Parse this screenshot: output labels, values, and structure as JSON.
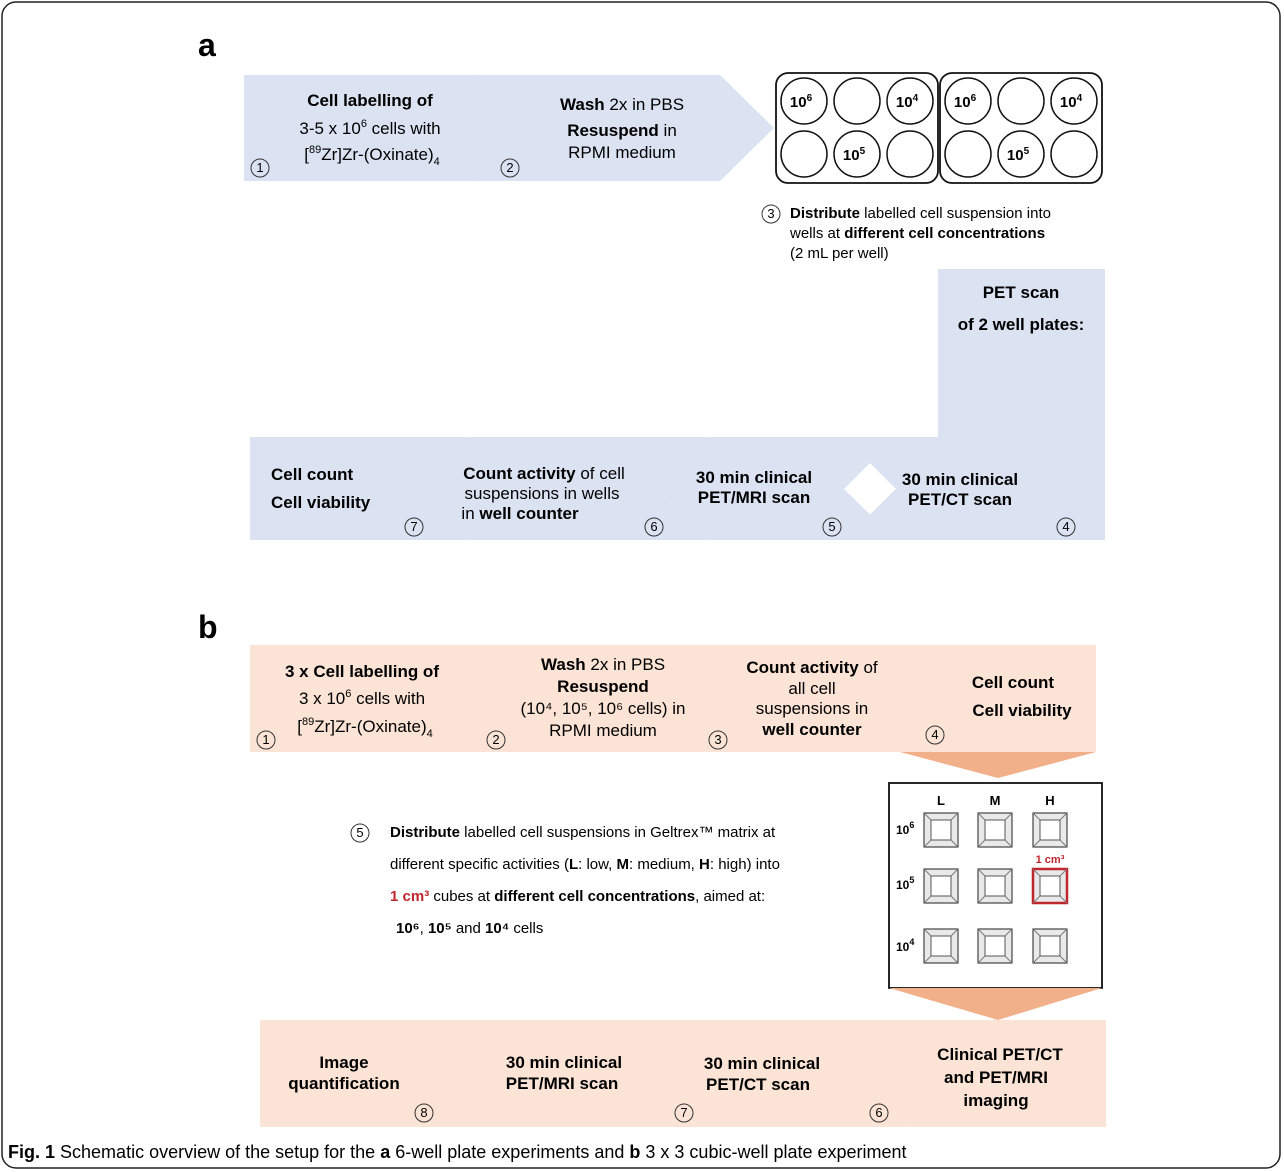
{
  "figure": {
    "panel_a_label": "a",
    "panel_b_label": "b",
    "caption": {
      "fig": "Fig. 1",
      "pre": "Schematic overview of the setup for the",
      "a": "a",
      "mid": "6-well plate experiments and",
      "b": "b",
      "post": "3 x 3 cubic-well plate experiment"
    }
  },
  "colors": {
    "panel_a_fill": "#dbe3f2",
    "panel_b_fill": "#fbe3d5",
    "funnel": "#f2b08a",
    "highlight_red": "#c0272d"
  },
  "panel_a": {
    "steps": [
      {
        "num": "1",
        "l1": "Cell labelling of",
        "l2a": "3-5 x 10",
        "l2sup": "6",
        "l2b": " cells with",
        "l3a": "[",
        "l3sup": "89",
        "l3b": "Zr]Zr-(Oxinate)",
        "l3sub": "4"
      },
      {
        "num": "2",
        "l1b": "Wash",
        "l1": " 2x in PBS",
        "l2b": "Resuspend",
        "l2": " in",
        "l3": "RPMI medium"
      },
      {
        "num": "3",
        "l1b": "Distribute",
        "l1": " labelled cell suspension into",
        "l2a": "wells at ",
        "l2b": "different cell concentrations",
        "l3": "(2 mL per well)"
      },
      {
        "num": "4",
        "l1": "30 min clinical",
        "l2": "PET/CT scan"
      },
      {
        "num": "5",
        "l1": "30 min clinical",
        "l2": "PET/MRI scan"
      },
      {
        "num": "6",
        "l1b": "Count activity",
        "l1": " of cell",
        "l2": "suspensions in wells",
        "l3a": "in ",
        "l3b": "well counter"
      },
      {
        "num": "7",
        "l1": "Cell count",
        "l2": "Cell viability"
      }
    ],
    "pet_header": {
      "l1": "PET scan",
      "l2": "of 2 well plates:"
    },
    "wells": [
      {
        "base": "10",
        "sup": "6"
      },
      {
        "base": "10",
        "sup": "4"
      },
      {
        "base": "10",
        "sup": "5"
      }
    ]
  },
  "panel_b": {
    "steps": [
      {
        "num": "1",
        "l1": "3 x Cell labelling of",
        "l2a": "3 x 10",
        "l2sup": "6",
        "l2b": " cells with",
        "l3a": "[",
        "l3sup": "89",
        "l3b": "Zr]Zr-(Oxinate)",
        "l3sub": "4"
      },
      {
        "num": "2",
        "l1b": "Wash",
        "l1": " 2x in PBS",
        "l2": "Resuspend",
        "l3": "(10⁴, 10⁵, 10⁶ cells) in",
        "l4": "RPMI medium"
      },
      {
        "num": "3",
        "l1b": "Count activity",
        "l1": " of",
        "l2": "all cell",
        "l3": "suspensions in",
        "l4": "well counter"
      },
      {
        "num": "4",
        "l1": "Cell count",
        "l2": "Cell viability"
      },
      {
        "num": "5",
        "l1b": "Distribute",
        "l1": " labelled cell suspensions in Geltrex™ matrix at",
        "l2a": "different specific activities (",
        "l2L": "L",
        "l2b": ": low, ",
        "l2M": "M",
        "l2c": ": medium, ",
        "l2H": "H",
        "l2d": ": high) into",
        "l3red": "1 cm³",
        "l3a": " cubes at ",
        "l3b": "different cell concentrations",
        "l3c": ", aimed at:",
        "l4a": "10⁶",
        "l4b": ", ",
        "l4c": "10⁵",
        "l4d": " and ",
        "l4e": "10⁴",
        "l4f": " cells"
      },
      {
        "num": "6",
        "l1": "30 min clinical",
        "l2": "PET/CT scan"
      },
      {
        "num": "7",
        "l1": "30 min clinical",
        "l2": "PET/MRI scan"
      },
      {
        "num": "8",
        "l1": "Image",
        "l2": "quantification"
      },
      {
        "num": "",
        "l1": "Clinical PET/CT",
        "l2": "and PET/MRI",
        "l3": "imaging"
      }
    ],
    "grid": {
      "cols": [
        "L",
        "M",
        "H"
      ],
      "rows": [
        {
          "base": "10",
          "sup": "6"
        },
        {
          "base": "10",
          "sup": "5"
        },
        {
          "base": "10",
          "sup": "4"
        }
      ],
      "highlight_label": "1 cm³"
    }
  }
}
